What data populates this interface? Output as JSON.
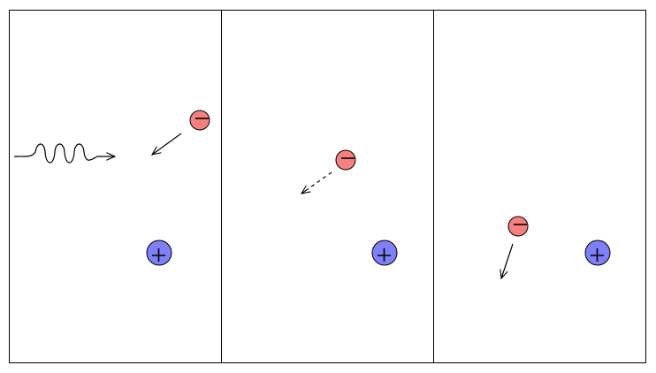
{
  "colors": {
    "electron": "#f77f7f",
    "proton": "#7f7ff7",
    "stroke": "#000000"
  },
  "panels": [
    {
      "label": "photon-incident",
      "electron_motion": "solid-arrow"
    },
    {
      "label": "electron-approach",
      "electron_motion": "dashed-arrow"
    },
    {
      "label": "electron-deflected",
      "electron_motion": "solid-arrow"
    }
  ]
}
